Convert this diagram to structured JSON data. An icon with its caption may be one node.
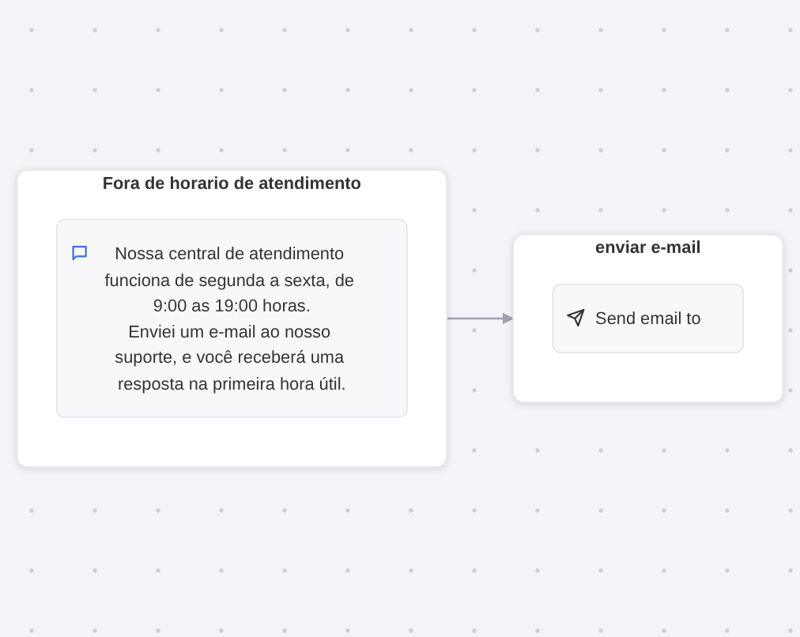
{
  "diagram": {
    "nodes": [
      {
        "text": [
          "Fora de horario de atendimento"
        ]
      },
      {
        "text": [
          "Nossa central de atendimento funciona de segunda a sexta, de 9:00 as 19:00 horas.",
          "Enviei um e-mail ao nosso suporte, e você receberá uma resposta na primeira hora útil."
        ],
        "in": 0
      },
      {
        "text": [
          "enviar e-mail"
        ]
      },
      {
        "text": [
          "Send email to"
        ],
        "in": 2
      }
    ],
    "edges": [
      {
        "from": 0,
        "to": 2,
        "arrow": "to"
      }
    ]
  }
}
